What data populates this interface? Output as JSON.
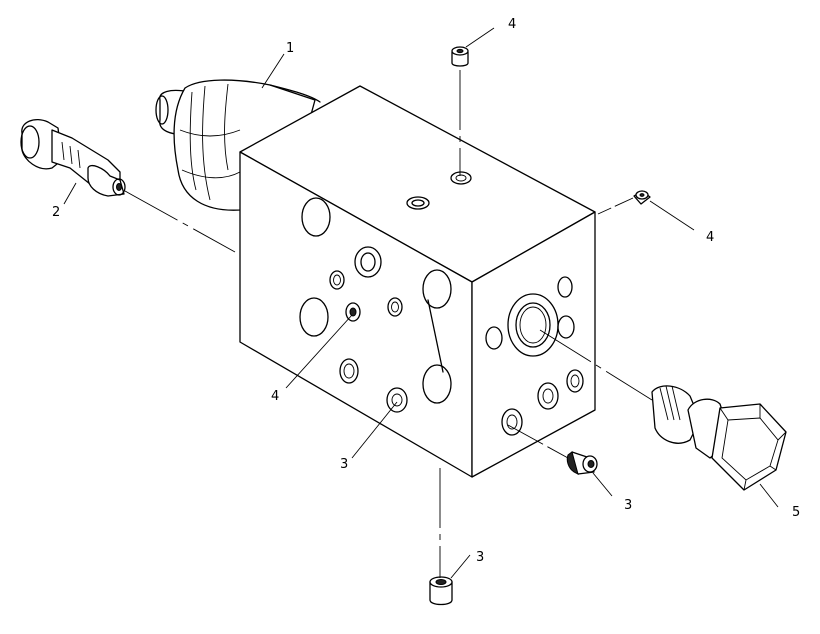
{
  "callouts": [
    {
      "id": "c1",
      "text": "1"
    },
    {
      "id": "c2",
      "text": "2"
    },
    {
      "id": "c3a",
      "text": "3"
    },
    {
      "id": "c3b",
      "text": "3"
    },
    {
      "id": "c3c",
      "text": "3"
    },
    {
      "id": "c4a",
      "text": "4"
    },
    {
      "id": "c4b",
      "text": "4"
    },
    {
      "id": "c4c",
      "text": "4"
    },
    {
      "id": "c5",
      "text": "5"
    }
  ]
}
